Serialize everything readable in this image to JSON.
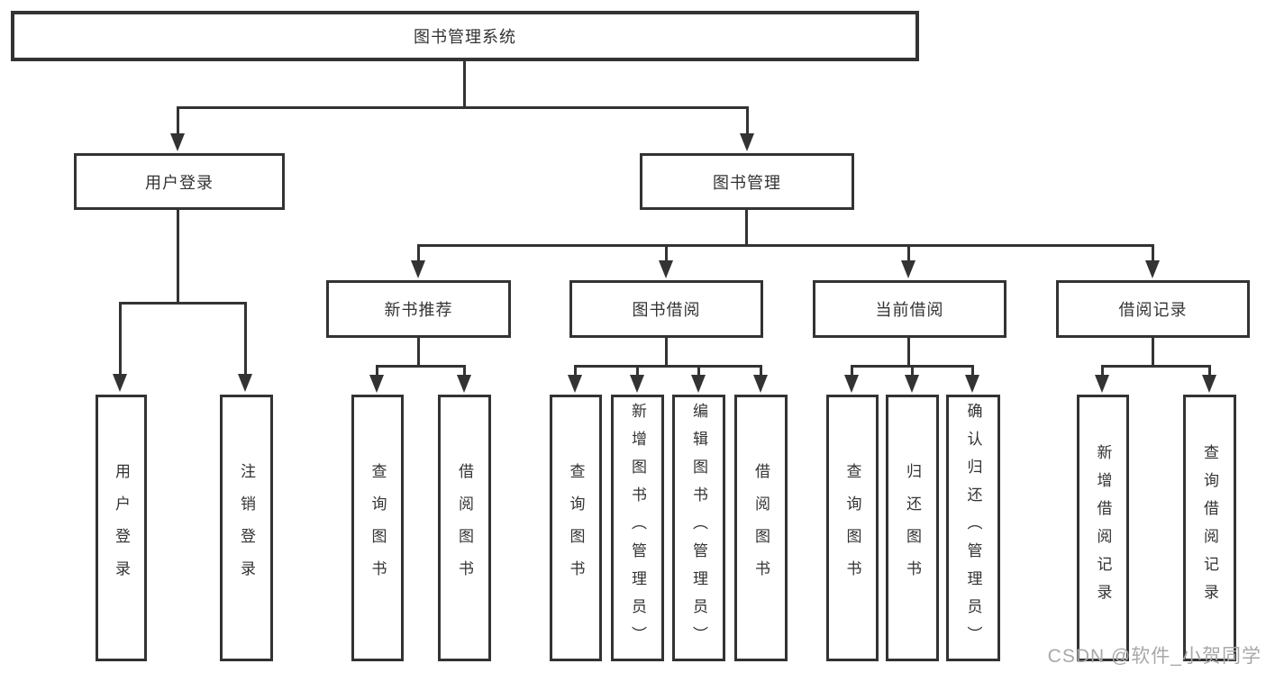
{
  "diagram": {
    "root": {
      "label": "图书管理系统"
    },
    "level2": [
      {
        "label": "用户登录"
      },
      {
        "label": "图书管理"
      }
    ],
    "level3": [
      {
        "label": "新书推荐"
      },
      {
        "label": "图书借阅"
      },
      {
        "label": "当前借阅"
      },
      {
        "label": "借阅记录"
      }
    ],
    "leaves": {
      "user_login": [
        {
          "label": "用户登录"
        },
        {
          "label": "注销登录"
        }
      ],
      "new_book": [
        {
          "label": "查询图书"
        },
        {
          "label": "借阅图书"
        }
      ],
      "book_borrow": [
        {
          "label": "查询图书"
        },
        {
          "label": "新增图书（管理员）"
        },
        {
          "label": "编辑图书（管理员）"
        },
        {
          "label": "借阅图书"
        }
      ],
      "current_borrow": [
        {
          "label": "查询图书"
        },
        {
          "label": "归还图书"
        },
        {
          "label": "确认归还（管理员）"
        }
      ],
      "borrow_record": [
        {
          "label": "新增借阅记录"
        },
        {
          "label": "查询借阅记录"
        }
      ]
    }
  },
  "watermark": {
    "text": "CSDN @软件_小贺同学"
  },
  "colors": {
    "line": "#333333",
    "text": "#333333",
    "box_background": "#ffffff",
    "watermark": "#a8a8a8",
    "background": "#ffffff"
  }
}
